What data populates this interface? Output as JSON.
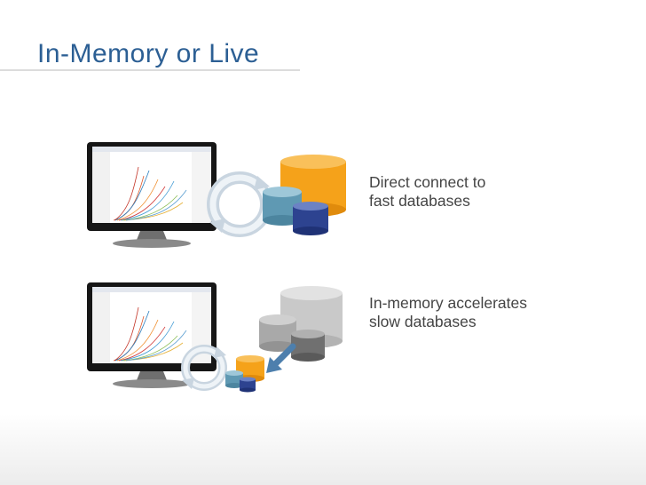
{
  "slide": {
    "title": "In-Memory or Live",
    "rows": [
      {
        "caption_lines": [
          "Direct connect to",
          "fast databases"
        ]
      },
      {
        "caption_lines": [
          "In-memory accelerates",
          "slow databases"
        ]
      }
    ]
  },
  "colors": {
    "title": "#2c5f94",
    "title_rule": "#dcdcdc",
    "caption": "#444444",
    "orange": "#f5a21a",
    "teal": "#5f99b3",
    "navy": "#2d4390",
    "grey": "#bdbdbd",
    "arrow_blue": "#4d7fad"
  }
}
